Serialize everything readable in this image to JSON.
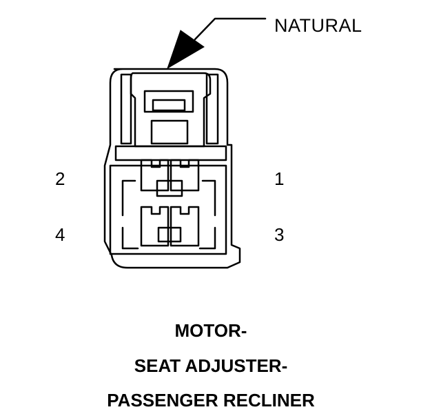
{
  "callout": {
    "text": "NATURAL"
  },
  "pins": {
    "p1": "1",
    "p2": "2",
    "p3": "3",
    "p4": "4"
  },
  "title": {
    "line1": "MOTOR-",
    "line2": "SEAT ADJUSTER-",
    "line3": "PASSENGER RECLINER"
  }
}
